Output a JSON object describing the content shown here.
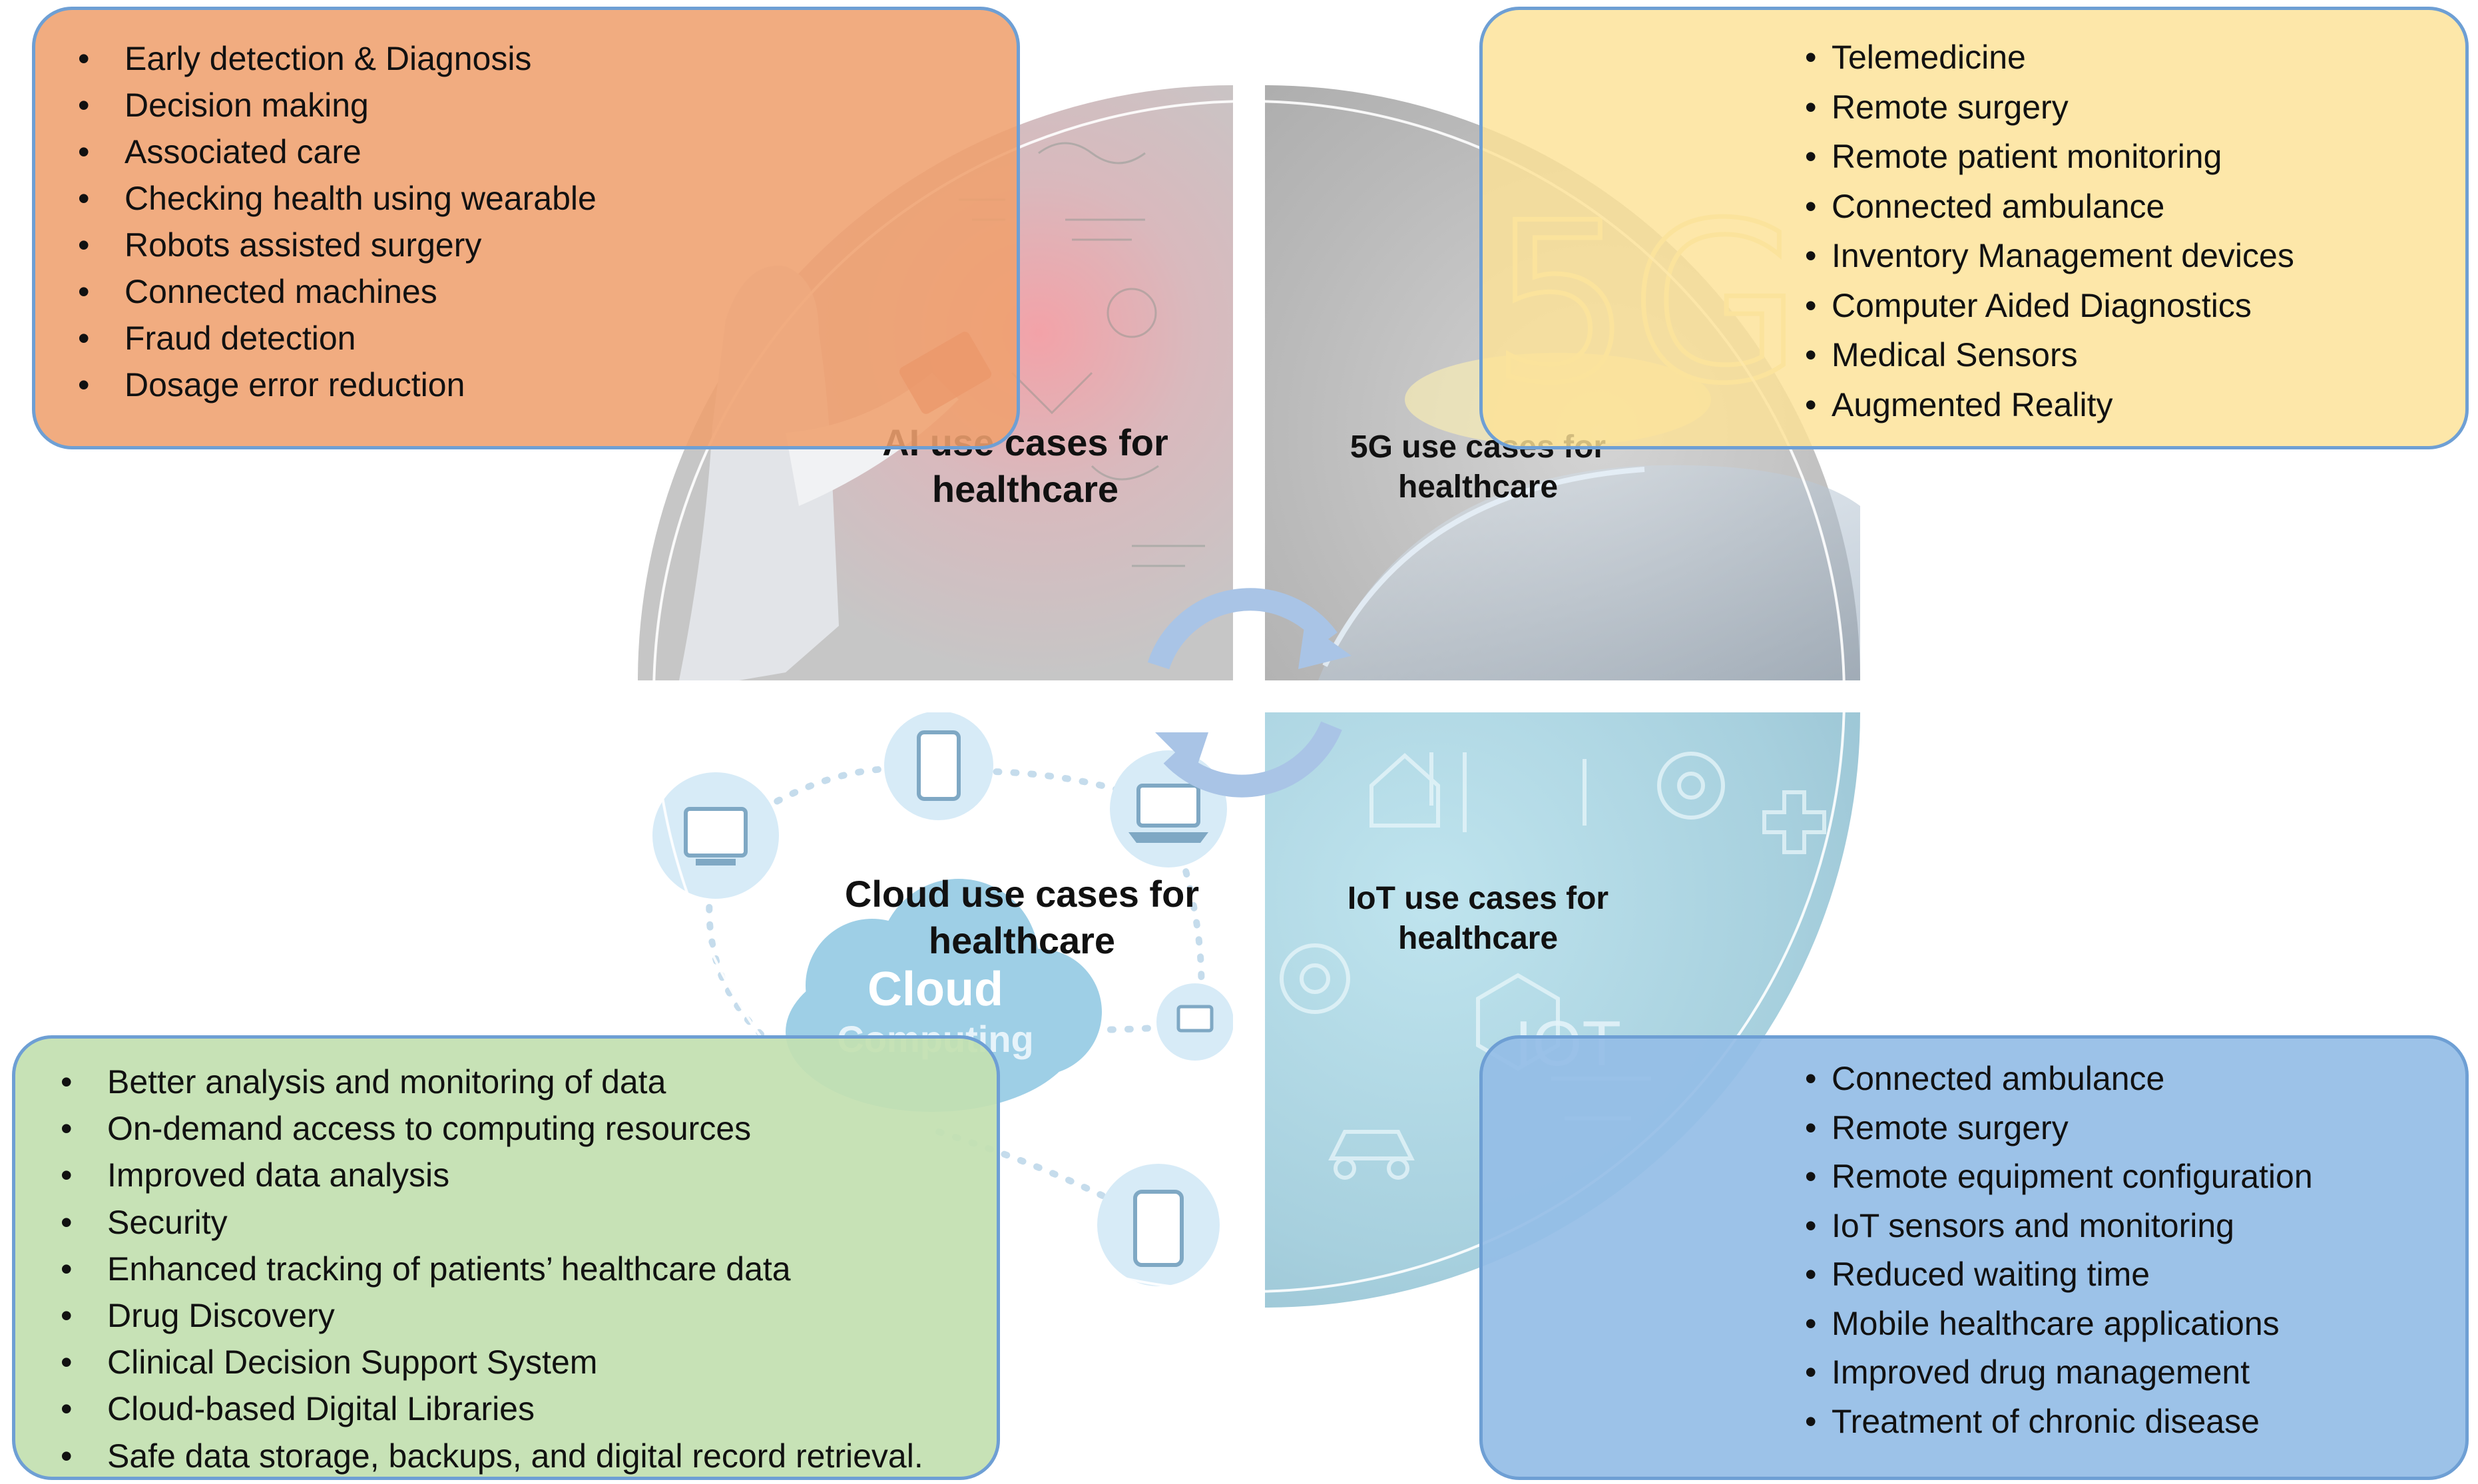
{
  "quadrants": {
    "ai": {
      "title_line1": "AI use cases for",
      "title_line2": "healthcare"
    },
    "g5": {
      "title_line1": "5G use cases for",
      "title_line2": "healthcare",
      "watermark": "5G"
    },
    "cloud": {
      "title_line1": "Cloud use cases for",
      "title_line2": "healthcare",
      "watermark_line1": "Cloud",
      "watermark_line2": "Computing"
    },
    "iot": {
      "title_line1": "IoT use cases for",
      "title_line2": "healthcare",
      "watermark": "IOT"
    }
  },
  "boxes": {
    "ai": {
      "items": [
        "Early detection & Diagnosis",
        "Decision making",
        "Associated care",
        "Checking health using wearable",
        "Robots assisted surgery",
        "Connected machines",
        "Fraud detection",
        "Dosage error reduction"
      ]
    },
    "g5": {
      "items": [
        "Telemedicine",
        "Remote surgery",
        "Remote patient monitoring",
        "Connected ambulance",
        "Inventory Management devices",
        "Computer Aided Diagnostics",
        "Medical Sensors",
        "Augmented Reality"
      ]
    },
    "cloud": {
      "items": [
        "Better analysis and monitoring of data",
        "On-demand access to computing resources",
        "Improved data analysis",
        "Security",
        "Enhanced tracking of patients’ healthcare data",
        "Drug Discovery",
        "Clinical Decision Support System",
        "Cloud-based Digital Libraries",
        "Safe data storage, backups, and digital record retrieval."
      ]
    },
    "iot": {
      "items": [
        "Connected ambulance",
        "Remote surgery",
        "Remote equipment configuration",
        "IoT sensors and monitoring",
        "Reduced waiting time",
        "Mobile healthcare applications",
        "Improved drug management",
        "Treatment of chronic disease"
      ]
    }
  },
  "colors": {
    "ai_box": "#efa06e",
    "g5_box": "#fde296",
    "cloud_box": "#c3e0b0",
    "iot_box": "#94bde6",
    "box_border": "#6e9fd4",
    "arrow": "#a9c4e6"
  }
}
